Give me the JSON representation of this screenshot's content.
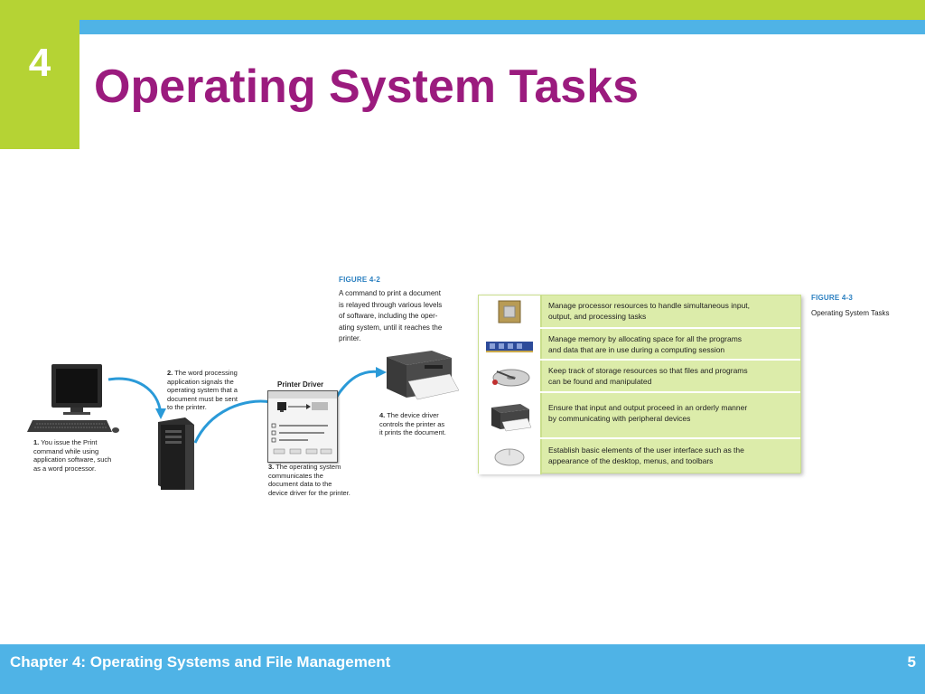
{
  "slide": {
    "chapter_number": "4",
    "title": "Operating System Tasks",
    "footer": "Chapter 4: Operating Systems and File Management",
    "page_number": "5"
  },
  "figure_4_2": {
    "label": "FIGURE 4-2",
    "caption": [
      "A command to print a document",
      "is relayed through various levels",
      "of software, including the oper-",
      "ating system, until it reaches the",
      "printer."
    ],
    "printer_driver_title": "Printer Driver",
    "steps": [
      {
        "num": "1.",
        "lines": [
          "You issue the Print",
          "command while using",
          "application software, such",
          "as a word processor."
        ]
      },
      {
        "num": "2.",
        "lines": [
          "The word processing",
          "application signals the",
          "operating system that a",
          "document must be sent",
          "to the printer."
        ]
      },
      {
        "num": "3.",
        "lines": [
          "The operating system",
          "communicates the",
          "document data to the",
          "device driver for the printer."
        ]
      },
      {
        "num": "4.",
        "lines": [
          "The device driver",
          "controls the printer as",
          "it prints the document."
        ]
      }
    ]
  },
  "figure_4_3": {
    "label": "FIGURE 4-3",
    "caption": "Operating System Tasks",
    "rows": [
      {
        "icon": "processor-chip-icon",
        "lines": [
          "Manage processor resources to handle simultaneous input,",
          "output, and processing tasks"
        ]
      },
      {
        "icon": "memory-module-icon",
        "lines": [
          "Manage memory by allocating space for all the programs",
          "and data that are in use during a computing session"
        ]
      },
      {
        "icon": "hard-disk-icon",
        "lines": [
          "Keep track of storage resources so that files and programs",
          "can be found and manipulated"
        ]
      },
      {
        "icon": "printer-icon",
        "lines": [
          "Ensure that input and output proceed in an orderly manner",
          "by communicating with peripheral devices"
        ]
      },
      {
        "icon": "mouse-icon",
        "lines": [
          "Establish basic elements of the user interface such as the",
          "appearance of the desktop, menus, and toolbars"
        ]
      }
    ]
  },
  "colors": {
    "accent_green": "#b5d334",
    "accent_blue": "#4fb3e6",
    "title_purple": "#9b1b7e",
    "figure_label_blue": "#2a7fc0",
    "table_green": "#dcecaa"
  }
}
